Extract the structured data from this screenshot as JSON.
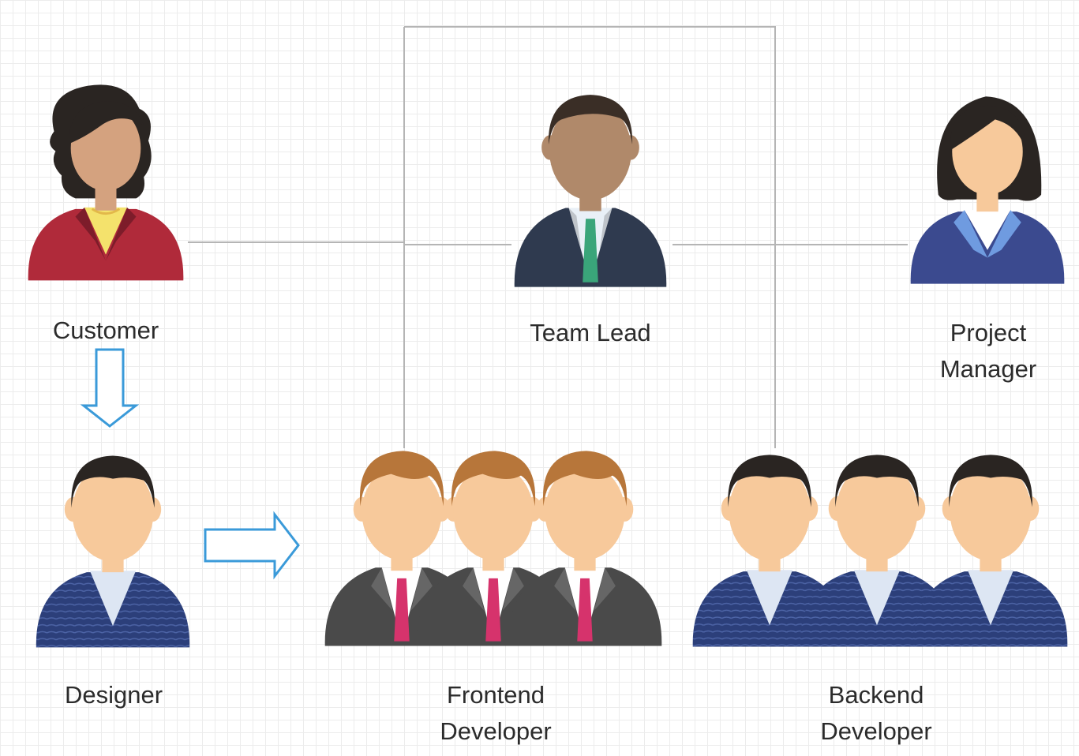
{
  "diagram": {
    "nodes": [
      {
        "id": "customer",
        "lines": [
          "Customer"
        ],
        "figure": "woman-curly-red-jacket"
      },
      {
        "id": "team_lead",
        "lines": [
          "Team Lead"
        ],
        "figure": "man-navy-suit-green-tie"
      },
      {
        "id": "project_manager",
        "lines": [
          "Project",
          "Manager"
        ],
        "figure": "woman-blue-jacket"
      },
      {
        "id": "designer",
        "lines": [
          "Designer"
        ],
        "figure": "man-striped-sweater"
      },
      {
        "id": "frontend_developer",
        "lines": [
          "Frontend",
          "Developer"
        ],
        "figure": "three-men-grey-suits"
      },
      {
        "id": "backend_developer",
        "lines": [
          "Backend",
          "Developer"
        ],
        "figure": "three-men-striped-sweaters"
      }
    ],
    "edges": [
      {
        "from": "customer",
        "to": "designer",
        "style": "outline-arrow"
      },
      {
        "from": "designer",
        "to": "frontend_developer",
        "style": "outline-arrow"
      },
      {
        "from": "customer",
        "to": "team_lead",
        "style": "line"
      },
      {
        "from": "team_lead",
        "to": "project_manager",
        "style": "line"
      },
      {
        "from": "team_lead",
        "to": "frontend_developer",
        "style": "line"
      },
      {
        "from": "team_lead",
        "to": "backend_developer",
        "style": "line"
      }
    ],
    "colors": {
      "connector": "#b5b5b5",
      "arrow_outline": "#3a9ad9",
      "skin": "#f7c99b",
      "skin_dark": "#b0896a",
      "hair_dark": "#2a2522",
      "hair_brown": "#b7763a",
      "red_jacket": "#b02a3a",
      "navy_suit": "#2f3a4f",
      "blue_jacket": "#3b4a8f",
      "striped_sweater": "#2c3f7a",
      "grey_suit": "#4a4a4a",
      "green_tie": "#3aa57a",
      "pink_tie": "#d6336c"
    }
  }
}
